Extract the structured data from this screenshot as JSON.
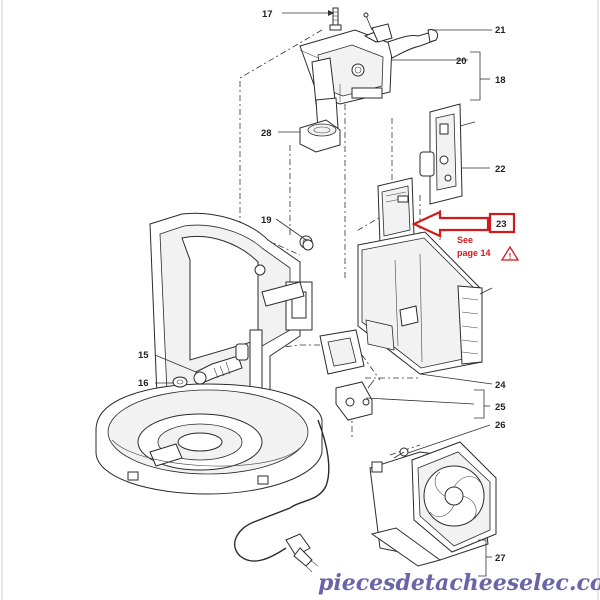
{
  "diagram": {
    "callouts": [
      {
        "id": "c17",
        "label": "17"
      },
      {
        "id": "c21",
        "label": "21"
      },
      {
        "id": "c20",
        "label": "20"
      },
      {
        "id": "c18",
        "label": "18"
      },
      {
        "id": "c28",
        "label": "28"
      },
      {
        "id": "c22",
        "label": "22"
      },
      {
        "id": "c19",
        "label": "19"
      },
      {
        "id": "c23",
        "label": "23"
      },
      {
        "id": "c15",
        "label": "15"
      },
      {
        "id": "c16",
        "label": "16"
      },
      {
        "id": "c24",
        "label": "24"
      },
      {
        "id": "c25",
        "label": "25"
      },
      {
        "id": "c26",
        "label": "26"
      },
      {
        "id": "c27",
        "label": "27"
      }
    ],
    "see_reference": {
      "line1": "See",
      "line2": "page 14",
      "warning_symbol": "!"
    },
    "highlight_color": "#d11a1a"
  },
  "watermark": {
    "text": "piecesdetacheeselec.com"
  }
}
